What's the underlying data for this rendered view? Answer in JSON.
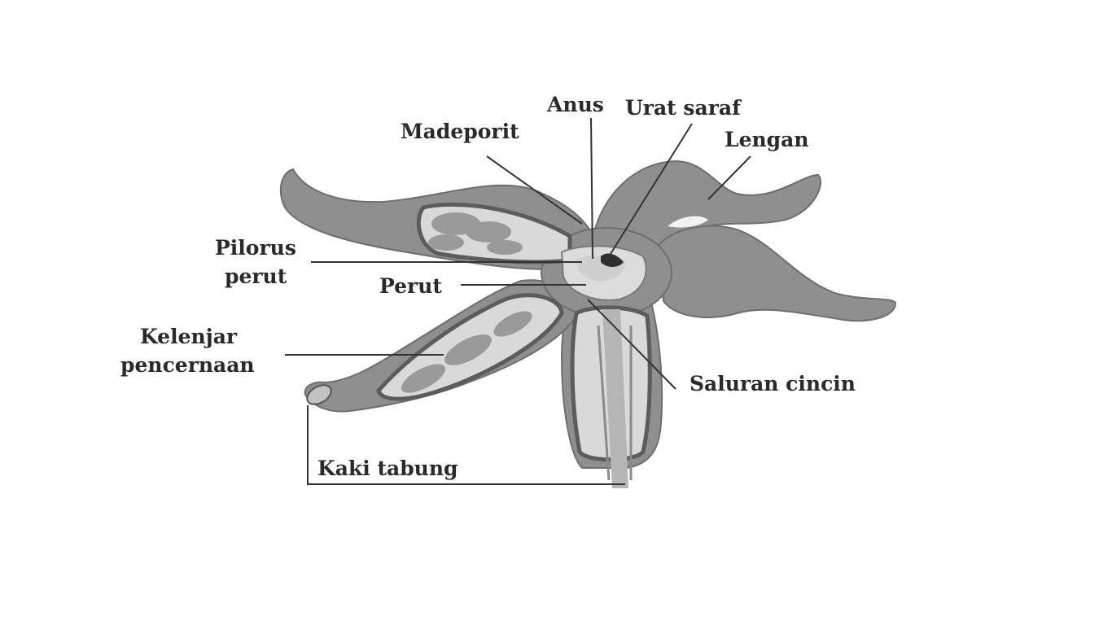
{
  "labels": {
    "anus": "Anus",
    "urat_saraf": "Urat saraf",
    "madeporit": "Madeporit",
    "lengan": "Lengan",
    "pilorus_line1": "Pilorus",
    "pilorus_line2": "perut",
    "perut": "Perut",
    "kelenjar_line1": "Kelenjar",
    "kelenjar_line2": "pencernaan",
    "saluran_cincin": "Saluran cincin",
    "kaki_tabung": "Kaki tabung"
  },
  "colors": {
    "body": "#8f8f8f",
    "outline": "#5c5c5c",
    "cavity": "#d9d9d9",
    "label": "#2a2a2a"
  }
}
